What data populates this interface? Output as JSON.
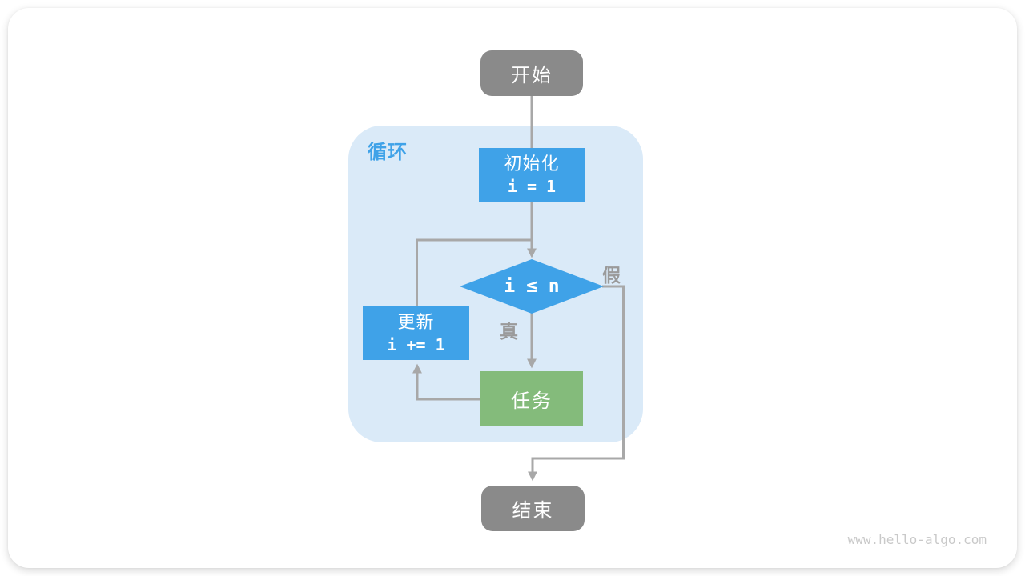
{
  "page": {
    "watermark": "www.hello-algo.com"
  },
  "flowchart": {
    "nodes": {
      "start": {
        "label": "开始"
      },
      "init": {
        "title": "初始化",
        "code": "i = 1"
      },
      "condition": {
        "code": "i ≤ n"
      },
      "update": {
        "title": "更新",
        "code": "i += 1"
      },
      "task": {
        "label": "任务"
      },
      "end": {
        "label": "结束"
      }
    },
    "labels": {
      "loop": "循环",
      "branch_true": "真",
      "branch_false": "假"
    },
    "colors": {
      "process_blue": "#3fa2e8",
      "task_green": "#84bb7b",
      "terminal_gray": "#8a8a8a",
      "loop_background": "#daeaf8",
      "loop_label_blue": "#3fa2e8",
      "connector_gray": "#a8a8a8",
      "branch_label_gray": "#9a9a9a",
      "watermark_gray": "#c9c9c9"
    }
  }
}
